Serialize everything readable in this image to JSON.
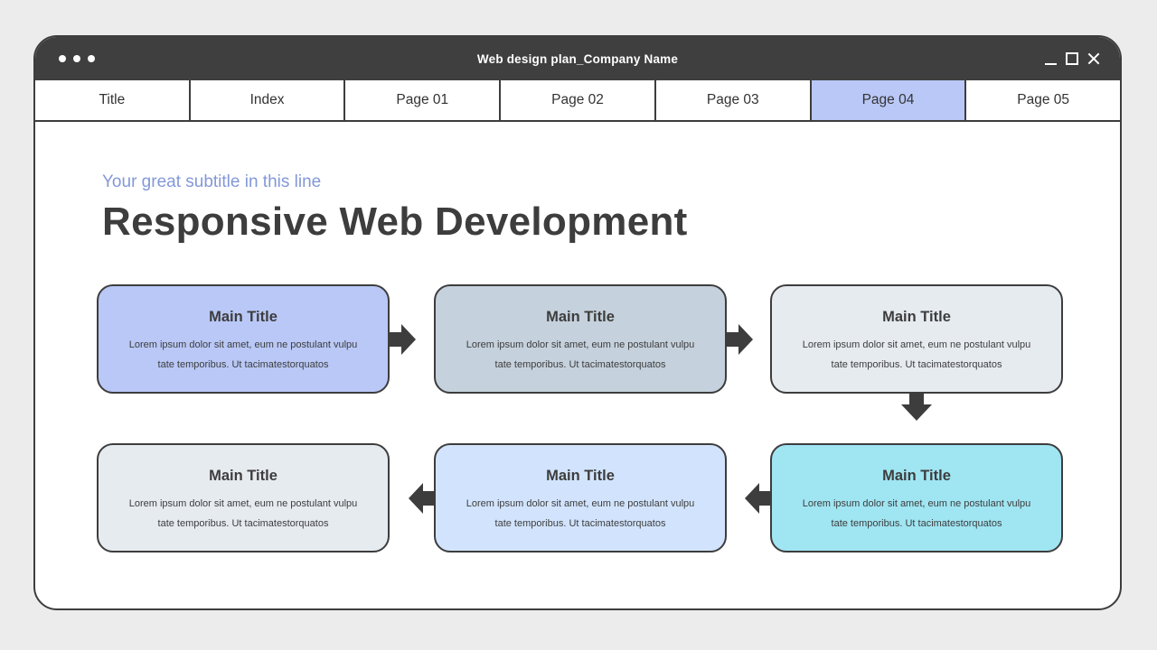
{
  "window": {
    "title": "Web design plan_Company Name"
  },
  "tabs": [
    {
      "label": "Title",
      "active": false
    },
    {
      "label": "Index",
      "active": false
    },
    {
      "label": "Page 01",
      "active": false
    },
    {
      "label": "Page 02",
      "active": false
    },
    {
      "label": "Page 03",
      "active": false
    },
    {
      "label": "Page 04",
      "active": true
    },
    {
      "label": "Page 05",
      "active": false
    }
  ],
  "content": {
    "subtitle": "Your great subtitle in this line",
    "heading": "Responsive Web Development",
    "cards": [
      {
        "title": "Main Title",
        "text": "Lorem ipsum dolor sit amet, eum ne postulant vulpu tate temporibus. Ut tacimatestorquatos",
        "color": "#b9c8f6"
      },
      {
        "title": "Main Title",
        "text": "Lorem ipsum dolor sit amet, eum ne postulant vulpu tate temporibus. Ut tacimatestorquatos",
        "color": "#c5d1dc"
      },
      {
        "title": "Main Title",
        "text": "Lorem ipsum dolor sit amet, eum ne postulant vulpu tate temporibus. Ut tacimatestorquatos",
        "color": "#e6ebf0"
      },
      {
        "title": "Main Title",
        "text": "Lorem ipsum dolor sit amet, eum ne postulant vulpu tate temporibus. Ut tacimatestorquatos",
        "color": "#a0e5f2"
      },
      {
        "title": "Main Title",
        "text": "Lorem ipsum dolor sit amet, eum ne postulant vulpu tate temporibus. Ut tacimatestorquatos",
        "color": "#d2e4fd"
      },
      {
        "title": "Main Title",
        "text": "Lorem ipsum dolor sit amet, eum ne postulant vulpu tate temporibus. Ut tacimatestorquatos",
        "color": "#e6ebf0"
      }
    ]
  },
  "colors": {
    "titlebar": "#3f3f3f",
    "active_tab": "#b9c8f6",
    "subtitle": "#8398d8",
    "text": "#3d3d3d"
  },
  "icons": [
    "window-dots-icon",
    "minimize-icon",
    "maximize-icon",
    "close-icon",
    "arrow-right-icon",
    "arrow-down-icon",
    "arrow-left-icon"
  ]
}
